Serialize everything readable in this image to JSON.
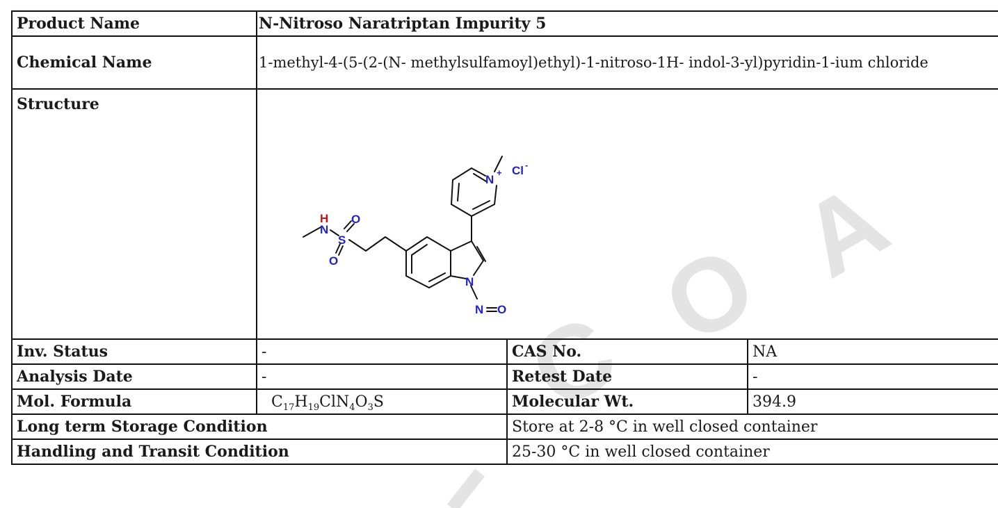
{
  "product": {
    "name_label": "Product Name",
    "name_value": "N-Nitroso Naratriptan Impurity 5",
    "chemical_label": "Chemical Name",
    "chemical_value": "1-methyl-4-(5-(2-(N- methylsulfamoyl)ethyl)-1-nitroso-1H- indol-3-yl)pyridin-1-ium chloride",
    "structure_label": "Structure"
  },
  "structure_atoms": {
    "h": "H",
    "n_sulfonamide": "N",
    "s": "S",
    "o_top": "O",
    "o_bottom": "O",
    "n_pyridinium": "N",
    "plus": "+",
    "cl": "Cl",
    "minus": "-",
    "n_indole": "N",
    "n_nitroso": "N",
    "o_nitroso": "O",
    "atom_color_n": "#2222cc",
    "atom_color_s": "#2222cc",
    "atom_color_o": "#2222cc",
    "atom_color_h": "#cc1111"
  },
  "details": {
    "inv_status_label": "Inv. Status",
    "inv_status_value": "-",
    "cas_label": "CAS No.",
    "cas_value": "NA",
    "analysis_date_label": "Analysis Date",
    "analysis_date_value": "-",
    "retest_label": "Retest Date",
    "retest_value": "-",
    "formula_label": "Mol. Formula",
    "formula_parts": {
      "c": "C",
      "c_n": "17",
      "h": "H",
      "h_n": "19",
      "cln": "ClN",
      "n_n": "4",
      "o": "O",
      "o_n": "3",
      "s": "S"
    },
    "mw_label": "Molecular Wt.",
    "mw_value": "394.9",
    "storage_label": "Long term Storage Condition",
    "storage_value": "Store at 2-8 °C in well closed container",
    "handling_label": "Handling and Transit Condition",
    "handling_value": "25-30 °C in well closed container"
  },
  "watermark": {
    "c": "C",
    "o": "O",
    "a": "A",
    "color": "#e6e6e6"
  }
}
